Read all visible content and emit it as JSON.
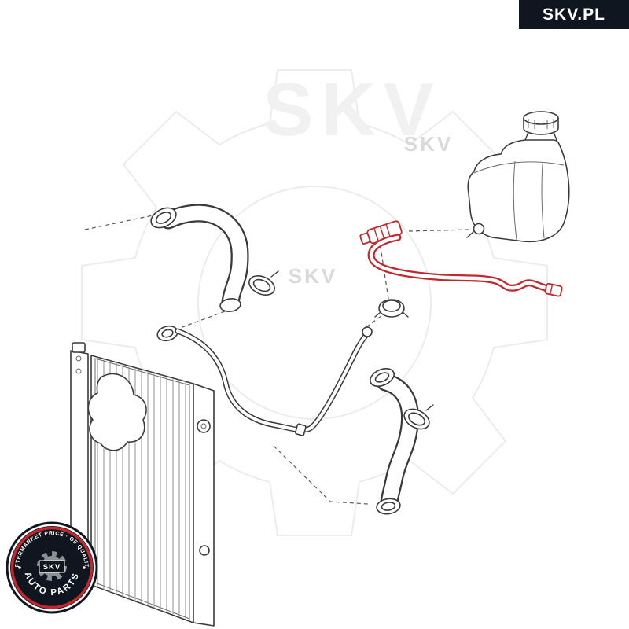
{
  "brand": {
    "banner_text": "SKV.PL",
    "banner_bg": "#10161f",
    "banner_text_color": "#ffffff"
  },
  "watermark": {
    "text": "SKV",
    "color": "#ededed"
  },
  "badge": {
    "top_arc_text": "AFTERMARKET PRICE · OE QUALITY",
    "bottom_arc_text": "AUTO PARTS",
    "center_text": "SKV",
    "ring_color": "#c2272d",
    "bg_color": "#10161f",
    "text_color": "#ffffff",
    "gear_color": "#8a9096"
  },
  "diagram": {
    "line_color": "#3a3a3a",
    "highlight_color": "#c2272d",
    "parts": [
      "expansion-tank",
      "expansion-tank-hose-highlighted",
      "tank-cap",
      "coolant-pipe",
      "upper-radiator-hose",
      "lower-radiator-hose",
      "radiator",
      "hose-clamp-upper",
      "hose-clamp-lower",
      "sealing-ring-upper",
      "sealing-ring-lower"
    ]
  }
}
